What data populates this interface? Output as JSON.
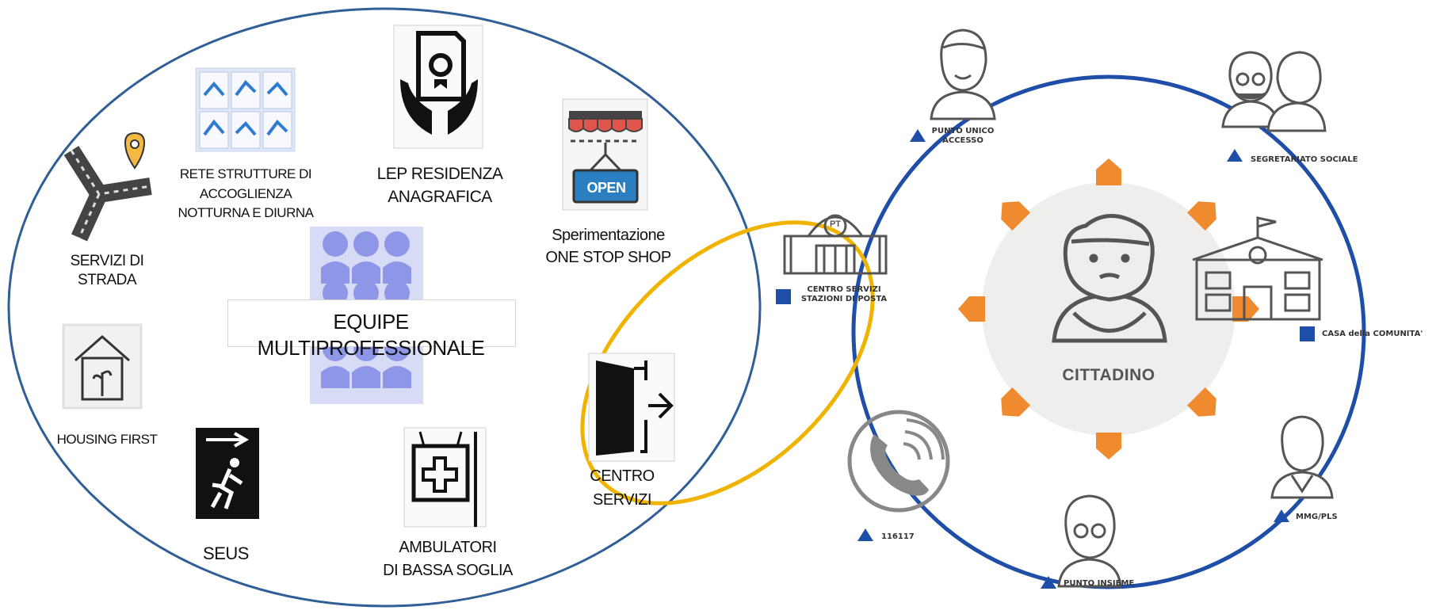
{
  "left_cluster": {
    "servizi_di_strada": [
      "SERVIZI DI",
      "STRADA"
    ],
    "housing_first": "HOUSING FIRST",
    "rete_strutture": [
      "RETE STRUTTURE DI",
      "ACCOGLIENZA",
      "NOTTURNA E DIURNA"
    ],
    "lep_residenza": [
      "LEP RESIDENZA",
      "ANAGRAFICA"
    ],
    "one_stop_shop": [
      "Sperimentazione",
      "ONE STOP SHOP"
    ],
    "open_sign": "OPEN",
    "equipe": "EQUIPE MULTIPROFESSIONALE",
    "centro_servizi": [
      "CENTRO",
      "SERVIZI"
    ],
    "seus": "SEUS",
    "ambulatori": [
      "AMBULATORI",
      "DI BASSA SOGLIA"
    ]
  },
  "right_cluster": {
    "center": "CITTADINO",
    "pt_sign": "PT",
    "punto_unico": [
      "PUNTO UNICO",
      "ACCESSO"
    ],
    "segretariato": "SEGRETARIATO SOCIALE",
    "casa_comunita": "CASA della COMUNITA'",
    "mmg": "MMG/PLS",
    "punto_insieme": "PUNTO INSIEME",
    "numero": "116117",
    "stazioni_posta": [
      "CENTRO SERVIZI",
      "STAZIONI DI POSTA"
    ]
  },
  "colors": {
    "ellipse_outline": "#2f5f96",
    "ring_blue": "#1f4ea8",
    "highlight_yellow": "#f0b400",
    "arrow_orange": "#ef8a2e",
    "center_disc": "#eeeeec",
    "people_purple": "#8e96e8"
  }
}
